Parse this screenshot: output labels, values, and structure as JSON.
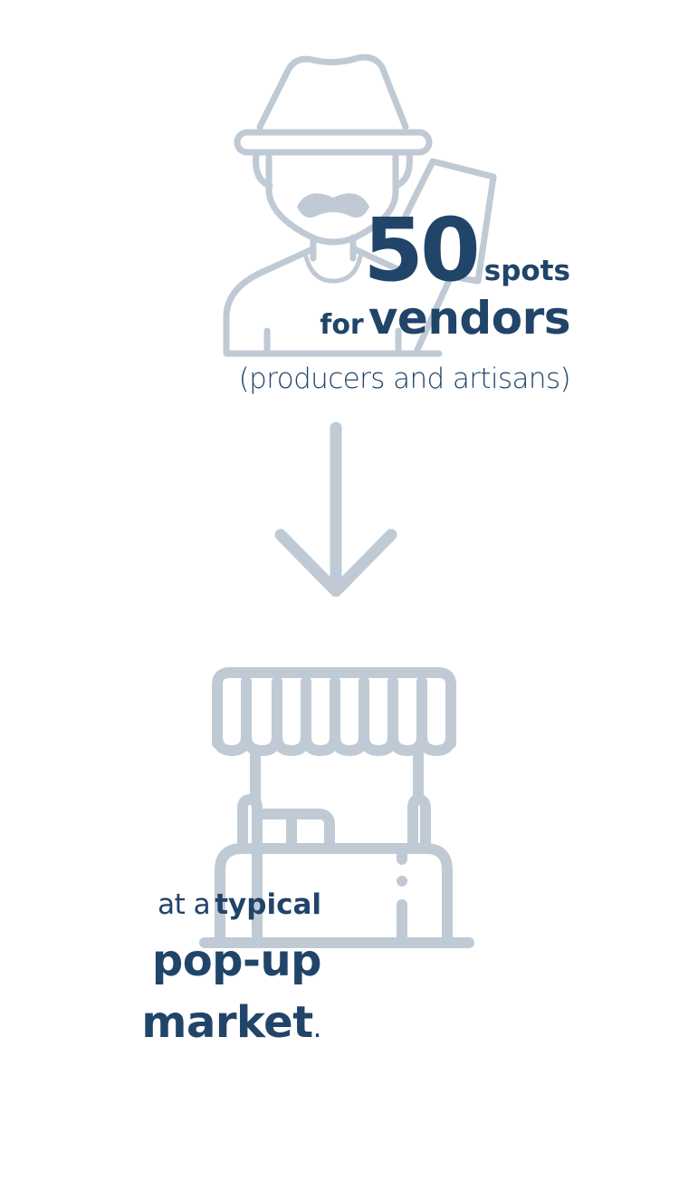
{
  "vendor_section": {
    "icon": "vendor-with-hat-icon",
    "number": "50",
    "unit": "spots",
    "for_word": "for",
    "vendors_word": "vendors",
    "subtitle": "(producers and artisans)"
  },
  "arrow": {
    "icon": "arrow-down-icon"
  },
  "market_section": {
    "icon": "market-stall-icon",
    "at_a": "at a",
    "typical": "typical",
    "popup": "pop-up",
    "market": "market",
    "period": "."
  },
  "colors": {
    "text": "#214469",
    "icon": "#bfcad5",
    "background": "#ffffff"
  }
}
